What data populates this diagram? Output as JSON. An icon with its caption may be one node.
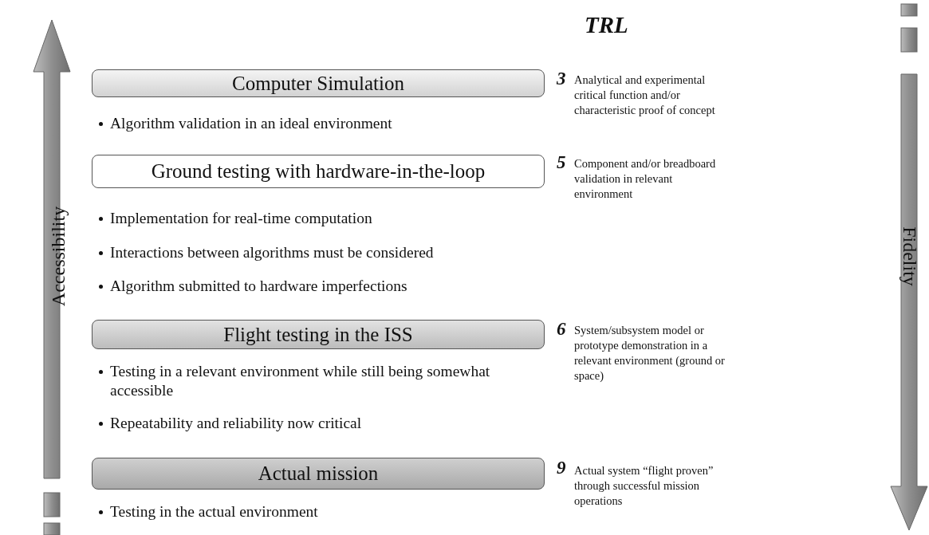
{
  "diagram": {
    "nodes": [
      {
        "text": [
          "Computer Simulation"
        ],
        "beside": [
          "Algorithm validation in an ideal environment"
        ]
      },
      {
        "text": [
          "Ground testing with hardware-in-the-loop"
        ],
        "beside": [
          "Implementation for real-time computation",
          "Interactions between algorithms must be considered",
          "Algorithm submitted to hardware imperfections"
        ]
      },
      {
        "text": [
          "Flight testing in the ISS"
        ],
        "beside": [
          "Testing in a relevant environment while still being somewhat accessible",
          "Repeatability and reliability now critical"
        ]
      },
      {
        "text": [
          "Actual mission"
        ],
        "beside": [
          "Testing in the actual environment"
        ]
      }
    ],
    "labels": [
      "Accessibility",
      "TRL",
      "3",
      "Analytical and experimental critical function and/or characteristic proof of concept",
      "5",
      "Component and/or breadboard validation in relevant environment",
      "6",
      "System/subsystem model or prototype demonstration in a relevant environment (ground or space)",
      "9",
      "Actual system “flight proven” through successful mission operations",
      "Fidelity"
    ]
  }
}
